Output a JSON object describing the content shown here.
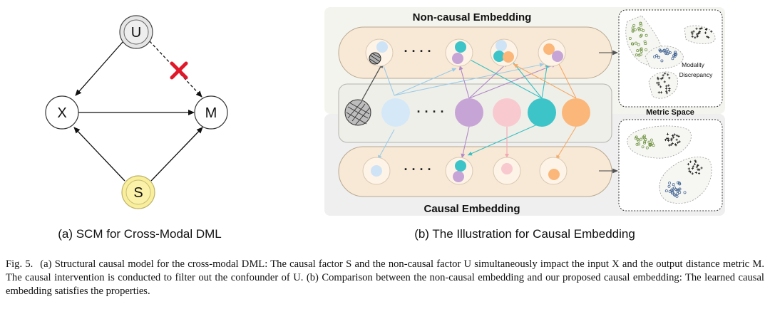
{
  "scm": {
    "nodes": {
      "u": "U",
      "x": "X",
      "m": "M",
      "s": "S"
    },
    "caption": "(a) SCM for Cross-Modal DML"
  },
  "illustration": {
    "noncausal_title": "Non-causal Embedding",
    "causal_title": "Causal Embedding",
    "metric_space_title": "Metric Space",
    "modality_label_1": "Modality",
    "modality_label_2": "Discrepancy",
    "ellipsis": "· · · ·",
    "caption": "(b) The Illustration for Causal Embedding"
  },
  "figure_caption": {
    "label": "Fig. 5.",
    "text": "(a) Structural causal model for the cross-modal DML: The causal factor S and the non-causal factor U simultaneously impact the input X and the output distance metric M. The causal intervention is conducted to filter out the confounder of U. (b) Comparison between the non-causal embedding and our proposed causal embedding: The learned causal embedding satisfies the properties."
  },
  "colors": {
    "blue": "#cfe3f7",
    "purple": "#c7a4d6",
    "pink": "#f8c9cf",
    "teal": "#3cc4c8",
    "orange": "#fbb77a",
    "s_yellow": "#f8ee9c",
    "cross_red": "#e0182a"
  }
}
